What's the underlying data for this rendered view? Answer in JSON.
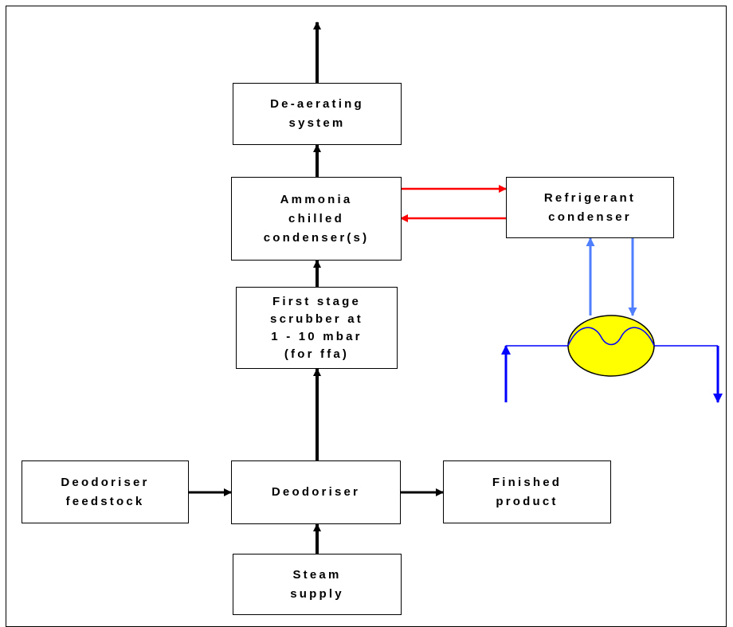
{
  "nodes": {
    "deaerating": "De-aerating\nsystem",
    "ammonia": "Ammonia\nchilled\ncondenser(s)",
    "refrigerant": "Refrigerant\ncondenser",
    "scrubber": "First stage\nscrubber at\n1 - 10 mbar\n(for ffa)",
    "feedstock": "Deodoriser\nfeedstock",
    "deodoriser": "Deodoriser",
    "finished": "Finished\nproduct",
    "steam": "Steam\nsupply"
  },
  "colors": {
    "process_flow": "#000000",
    "refrigerant_flow": "#ff0000",
    "cooling_loop": "#4f7fff",
    "cooling_water": "#0000ff",
    "exchanger_fill": "#ffff00"
  }
}
